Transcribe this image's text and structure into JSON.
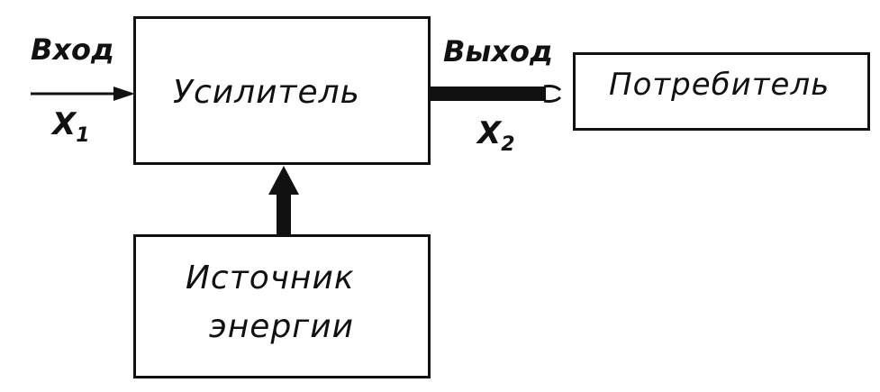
{
  "blocks": {
    "amplifier": "Усилитель",
    "consumer": "Потребитель",
    "source_line1": "Источник",
    "source_line2": "энергии"
  },
  "signals": {
    "input_label": "Вход",
    "input_var": "X",
    "input_sub": "1",
    "output_label": "Выход",
    "output_var": "X",
    "output_sub": "2"
  }
}
